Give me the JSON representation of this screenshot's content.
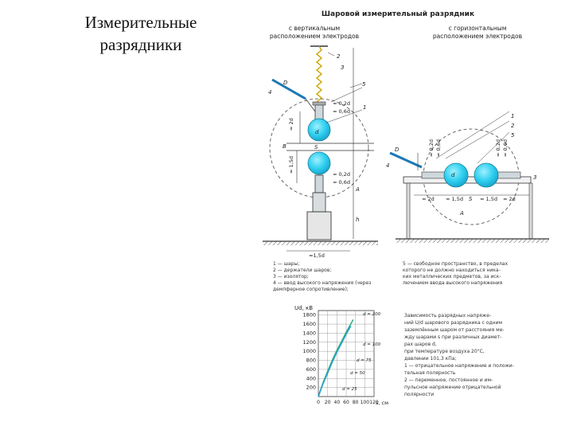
{
  "slide": {
    "title_lines": [
      "Измерительные",
      "разрядники"
    ]
  },
  "figure": {
    "heading": "Шаровой измерительный разрядник",
    "vertical_caption": [
      "с вертикальным",
      "расположением электродов"
    ],
    "horizontal_caption": [
      "с горизонтальным",
      "расположением электродов"
    ],
    "left_legend": [
      "1 — шары;",
      "2 — держатели шаров;",
      "3 — изолятор;",
      "4 — ввод высокого напряжения (через",
      "демпферное сопротивление);"
    ],
    "right_legend": [
      "5 — свободное пространство, в пределах",
      "которого не должно находиться ника-",
      "ких металлических предметов, за иск-",
      "лючением ввода высокого напряжения"
    ],
    "chart_caption": [
      "Зависимость разрядных напряже-",
      "ний U/d шарового разрядника с одним",
      "заземлённым шаром от расстояния ме-",
      "жду шарами s при различных диамет-",
      "рах шаров d,",
      "при температуре воздуха 20°С,",
      "давлении 101,3 кПа;",
      "1 — отрицательное напряжение и положи-",
      "тельная полярность",
      "2 — переменное, постоянное и им-",
      "пульсное напряжение отрицательной",
      "полярности"
    ],
    "dims": {
      "d02_a": "≈ 0,2d",
      "d02_b": "≈ 0,6d",
      "d2": "≈ 2d",
      "d15": "≈ 1,5d",
      "d15_bottom": "≈1,5d",
      "s_label": "S",
      "d_label": "d",
      "A_label": "A",
      "B_label": "B",
      "h_label": "h",
      "D_label": "D"
    },
    "markers": [
      "1",
      "2",
      "3",
      "4",
      "5"
    ]
  },
  "chart_data": {
    "type": "line",
    "ylabel": "Ud, кВ",
    "xlabel": "s, см",
    "y_ticks": [
      200,
      400,
      600,
      800,
      1000,
      1200,
      1400,
      1600,
      1800
    ],
    "x_ticks": [
      "0",
      "20",
      "40",
      "60",
      "80",
      "100",
      "120"
    ],
    "ylim": [
      0,
      1900
    ],
    "xlim": [
      0,
      120
    ],
    "curve_labels": [
      "d = 200",
      "d = 100",
      "d = 75",
      "d = 50",
      "d = 25"
    ],
    "series": [
      {
        "name": "1",
        "x": [
          0,
          10,
          20,
          30,
          40,
          50,
          60,
          75
        ],
        "y": [
          0,
          300,
          560,
          800,
          1020,
          1220,
          1420,
          1700
        ]
      },
      {
        "name": "2",
        "x": [
          0,
          10,
          20,
          30,
          40,
          50,
          60,
          70
        ],
        "y": [
          0,
          280,
          520,
          760,
          980,
          1180,
          1380,
          1560
        ]
      }
    ],
    "colors": {
      "curve1": "#35b27a",
      "curve2": "#2aa0c8"
    }
  }
}
